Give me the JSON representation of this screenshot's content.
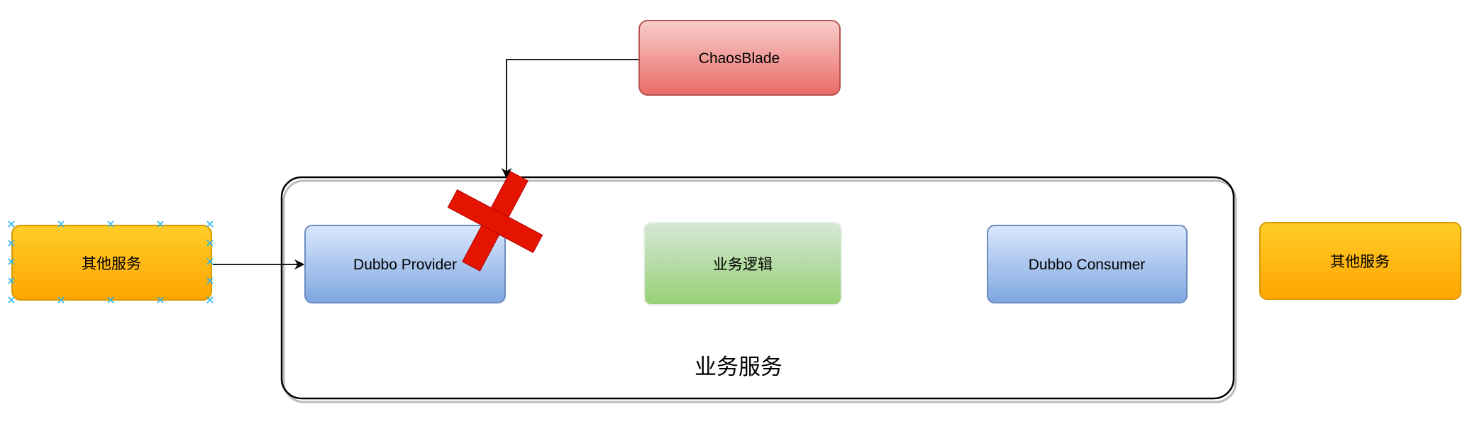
{
  "nodes": {
    "chaosblade": "ChaosBlade",
    "other_service_left": "其他服务",
    "dubbo_provider": "Dubbo Provider",
    "business_logic": "业务逻辑",
    "dubbo_consumer": "Dubbo Consumer",
    "other_service_right": "其他服务",
    "business_service_group": "业务服务"
  },
  "colors": {
    "chaos_fill_top": "#f8cecc",
    "chaos_fill_bottom": "#ea6b66",
    "chaos_stroke": "#b85450",
    "orange_top": "#ffcd28",
    "orange_bottom": "#ffa500",
    "orange_stroke": "#d79b00",
    "blue_top": "#dae8fc",
    "blue_bottom": "#7ea6e0",
    "blue_stroke": "#6c8ebf",
    "green_top": "#d5e8d4",
    "green_bottom": "#97d077",
    "fault_mark": "#e51400",
    "selection_handle": "#29b6f2"
  }
}
